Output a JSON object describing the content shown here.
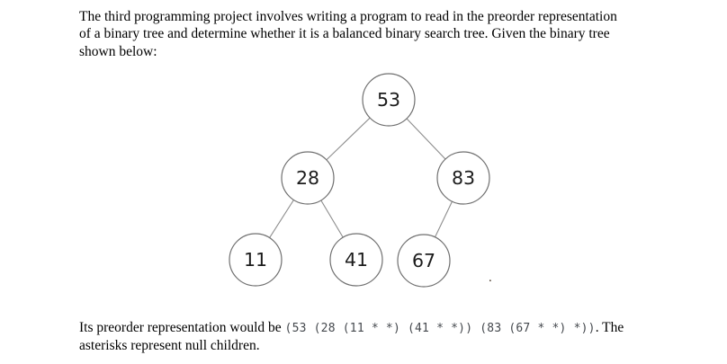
{
  "intro_paragraph": {
    "lines": [
      "The third programming project involves writing a program to read in the preorder representation",
      "of a binary tree and determine whether it is a balanced binary search tree. Given the binary tree",
      "shown below:"
    ]
  },
  "tree": {
    "nodes": [
      {
        "id": "root",
        "value": "53"
      },
      {
        "id": "left",
        "value": "28"
      },
      {
        "id": "right",
        "value": "83"
      },
      {
        "id": "left-left",
        "value": "11"
      },
      {
        "id": "left-right",
        "value": "41"
      },
      {
        "id": "right-left",
        "value": "67"
      }
    ],
    "edges": [
      [
        "53",
        "28"
      ],
      [
        "53",
        "83"
      ],
      [
        "28",
        "11"
      ],
      [
        "28",
        "41"
      ],
      [
        "83",
        "67"
      ]
    ],
    "trailing_dot": "."
  },
  "preorder_paragraph": {
    "prefix": "Its preorder representation would be ",
    "code": "(53 (28 (11 * *) (41 * *)) (83 (67 * *) *))",
    "suffix": ". The",
    "line2": "asterisks represent null children."
  },
  "colors": {
    "background": "#ffffff",
    "body_text": "#000000",
    "code_text": "#45494e",
    "node_stroke": "#6f6f6f",
    "edge_stroke": "#8d8d8d",
    "node_label": "#1c1c1c"
  }
}
